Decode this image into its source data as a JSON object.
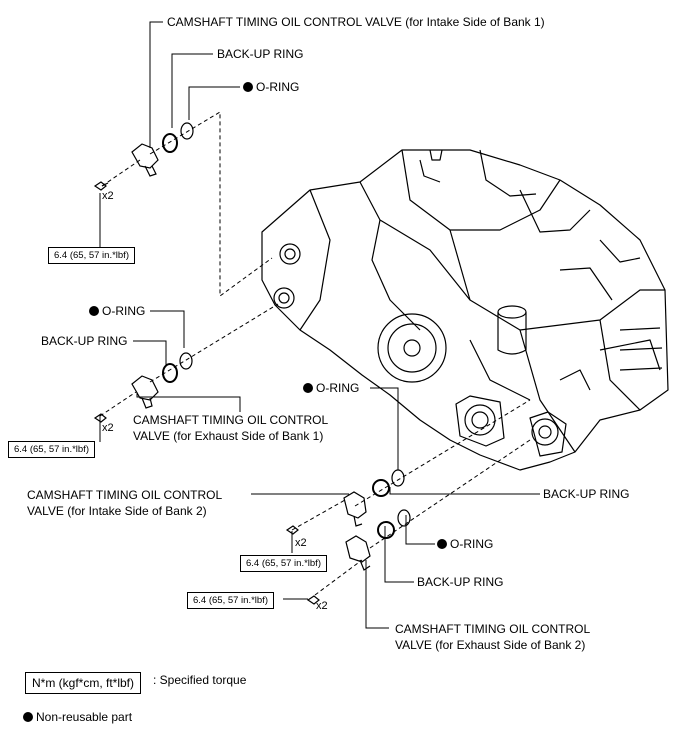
{
  "labels": {
    "ocv_intake_bank1": "CAMSHAFT TIMING OIL CONTROL VALVE (for Intake Side of Bank 1)",
    "backup_ring_1": "BACK-UP RING",
    "oring_1": "O-RING",
    "oring_2": "O-RING",
    "backup_ring_2": "BACK-UP RING",
    "ocv_exhaust_bank1_line1": "CAMSHAFT TIMING OIL CONTROL",
    "ocv_exhaust_bank1_line2": "VALVE (for Exhaust Side of Bank 1)",
    "oring_3": "O-RING",
    "ocv_intake_bank2_line1": "CAMSHAFT TIMING OIL CONTROL",
    "ocv_intake_bank2_line2": "VALVE (for Intake Side of Bank 2)",
    "backup_ring_3": "BACK-UP RING",
    "oring_4": "O-RING",
    "backup_ring_4": "BACK-UP RING",
    "ocv_exhaust_bank2_line1": "CAMSHAFT TIMING OIL CONTROL",
    "ocv_exhaust_bank2_line2": "VALVE (for Exhaust Side of Bank 2)"
  },
  "torques": [
    "6.4 (65, 57 in.*lbf)",
    "6.4 (65, 57 in.*lbf)",
    "6.4 (65, 57 in.*lbf)",
    "6.4 (65, 57 in.*lbf)"
  ],
  "bolt_qty": [
    "x2",
    "x2",
    "x2",
    "x2"
  ],
  "legend": {
    "torque_unit": "N*m (kgf*cm, ft*lbf)",
    "torque_desc": ": Specified torque",
    "nonreusable_desc": "Non-reusable part"
  }
}
